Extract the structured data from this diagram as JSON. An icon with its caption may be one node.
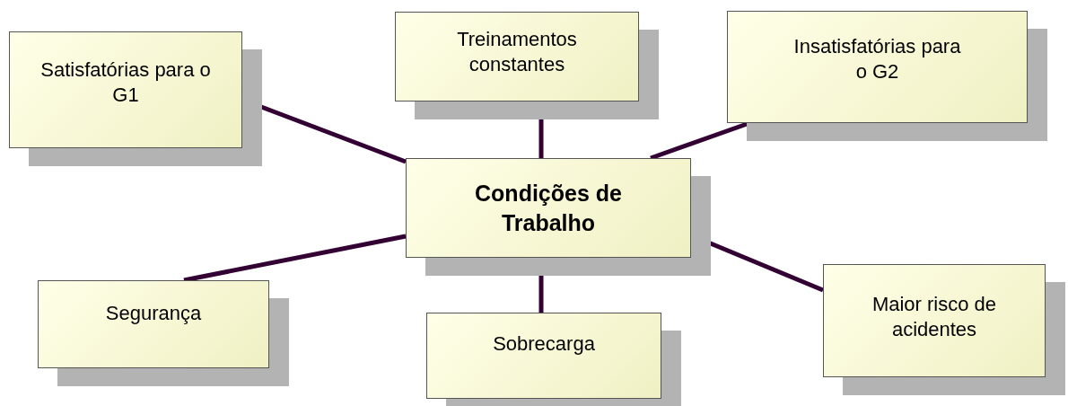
{
  "diagram": {
    "nodes": [
      {
        "text": [
          "Satisfatórias para o G1"
        ]
      },
      {
        "text": [
          "Treinamentos constantes"
        ]
      },
      {
        "text": [
          "Insatisfatórias para o G2"
        ]
      },
      {
        "text": [
          "Condições de Trabalho"
        ]
      },
      {
        "text": [
          "Segurança"
        ]
      },
      {
        "text": [
          "Sobrecarga"
        ]
      },
      {
        "text": [
          "Maior risco de acidentes"
        ]
      }
    ],
    "edges": [
      {
        "from": 3,
        "to": 0,
        "arrow": "none"
      },
      {
        "from": 3,
        "to": 1,
        "arrow": "none"
      },
      {
        "from": 3,
        "to": 2,
        "arrow": "none"
      },
      {
        "from": 3,
        "to": 4,
        "arrow": "none"
      },
      {
        "from": 3,
        "to": 5,
        "arrow": "none"
      },
      {
        "from": 3,
        "to": 6,
        "arrow": "none"
      }
    ]
  }
}
